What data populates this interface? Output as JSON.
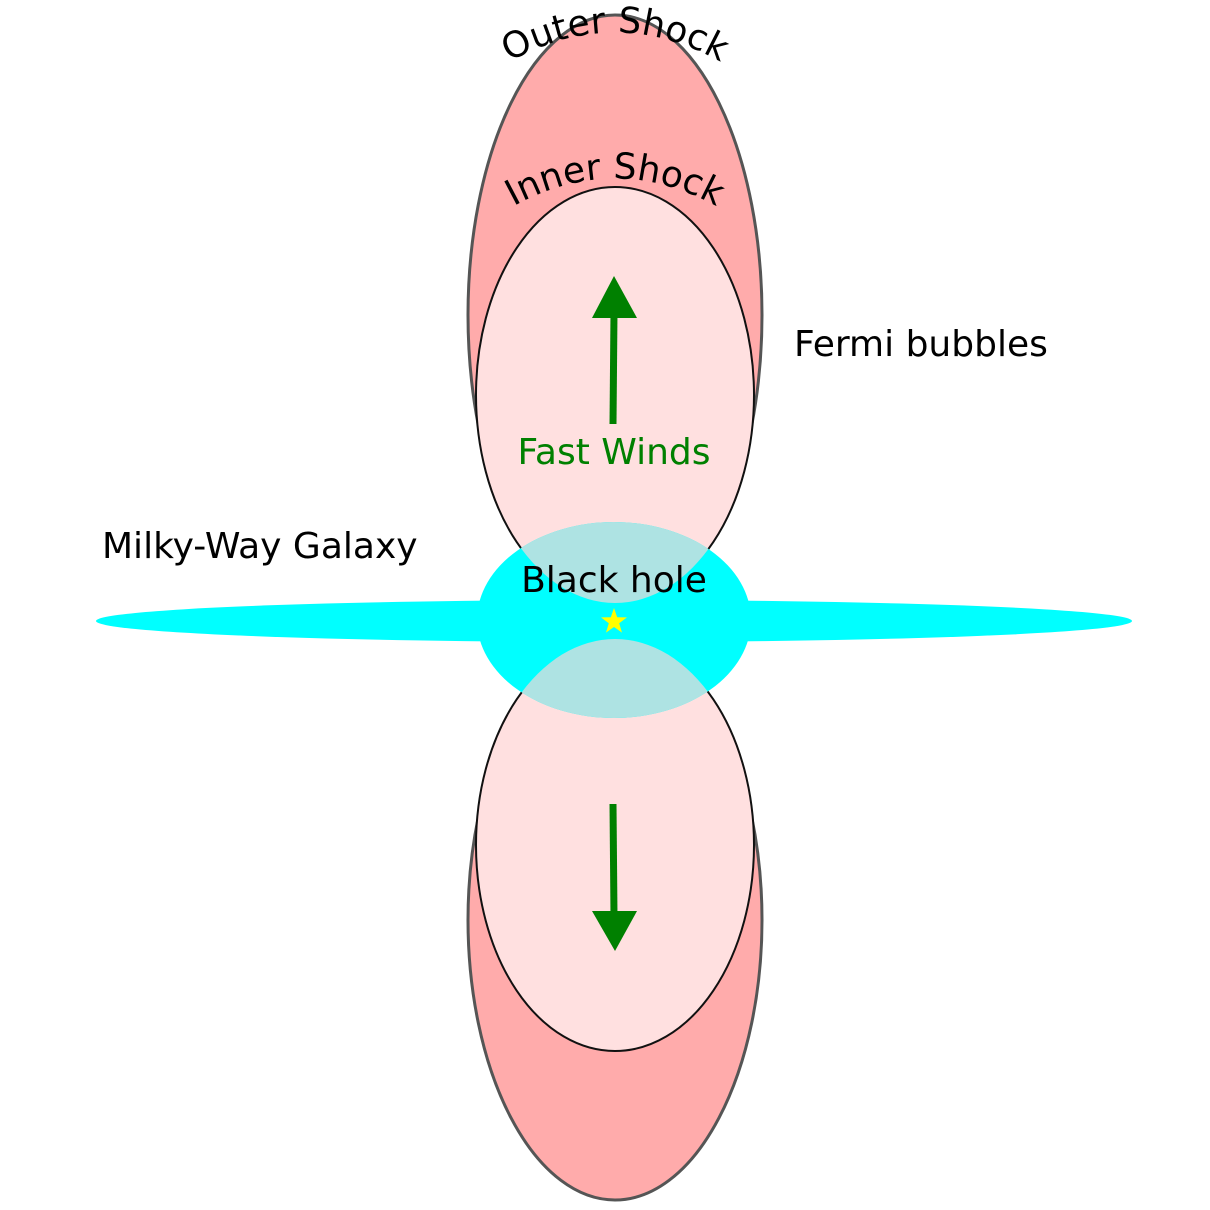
{
  "labels": {
    "outer_shock": "Outer  Shock",
    "inner_shock": "Inner  Shock",
    "fermi_bubbles": "Fermi bubbles",
    "fast_winds": "Fast Winds",
    "milky_way": "Milky-Way Galaxy",
    "black_hole": "Black hole"
  },
  "colors": {
    "outer_shock_fill": "#ffabab",
    "inner_bubble_fill": "#ffe0e0",
    "galaxy_disk": "#00ffff",
    "galactic_bulge": "#00ffff",
    "bulge_overlap": "#aee3e3",
    "wind_arrow": "#008000",
    "black_hole_star": "#ffff00",
    "outline": "#555555",
    "text": "#000000"
  },
  "icons": {
    "wind_up": "arrow-up-icon",
    "wind_down": "arrow-down-icon",
    "black_hole": "star-icon"
  }
}
